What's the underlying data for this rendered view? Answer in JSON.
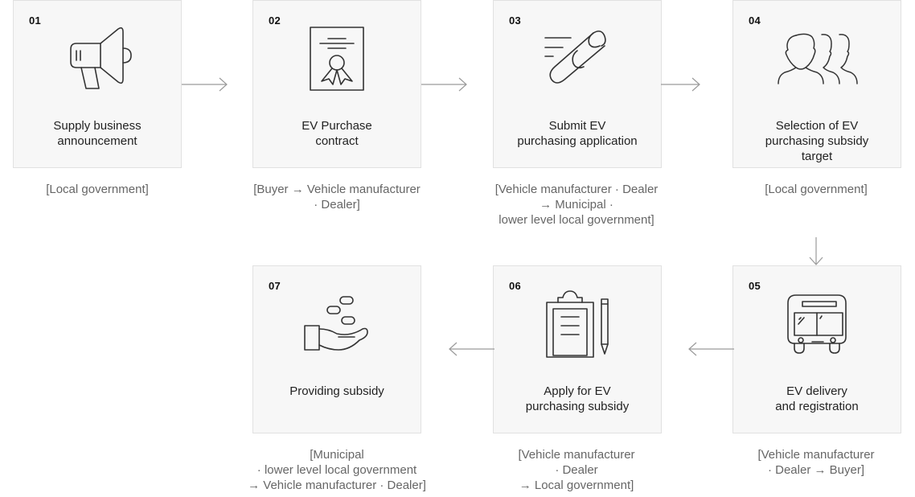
{
  "diagram": {
    "type": "process-flow",
    "steps": [
      {
        "number": "01",
        "icon": "megaphone-icon",
        "title": "Supply business\nannouncement",
        "caption": "[Local government]"
      },
      {
        "number": "02",
        "icon": "certificate-icon",
        "title": "EV Purchase\ncontract",
        "caption": "[Buyer → Vehicle manufacturer\n· Dealer]"
      },
      {
        "number": "03",
        "icon": "scroll-icon",
        "title": "Submit EV\npurchasing application",
        "caption": "[Vehicle manufacturer · Dealer\n→ Municipal ·\nlower level local government]"
      },
      {
        "number": "04",
        "icon": "people-icon",
        "title": "Selection of EV\npurchasing subsidy\ntarget",
        "caption": "[Local government]"
      },
      {
        "number": "05",
        "icon": "bus-icon",
        "title": "EV delivery\nand registration",
        "caption": "[Vehicle manufacturer\n· Dealer → Buyer]"
      },
      {
        "number": "06",
        "icon": "clipboard-pencil-icon",
        "title": "Apply for EV\npurchasing subsidy",
        "caption": "[Vehicle manufacturer\n· Dealer\n→ Local government]"
      },
      {
        "number": "07",
        "icon": "hand-coins-icon",
        "title": "Providing subsidy",
        "caption": "[Municipal\n· lower level local government\n→ Vehicle manufacturer · Dealer]"
      }
    ],
    "flow": [
      "01→02",
      "02→03",
      "03→04",
      "04→05",
      "05→06",
      "06→07"
    ],
    "colors": {
      "box_background": "#f7f7f7",
      "box_border": "#e1e1e1",
      "icon_stroke": "#333333",
      "title_text": "#222222",
      "caption_text": "#666666",
      "arrow": "#9a9a9a"
    }
  }
}
